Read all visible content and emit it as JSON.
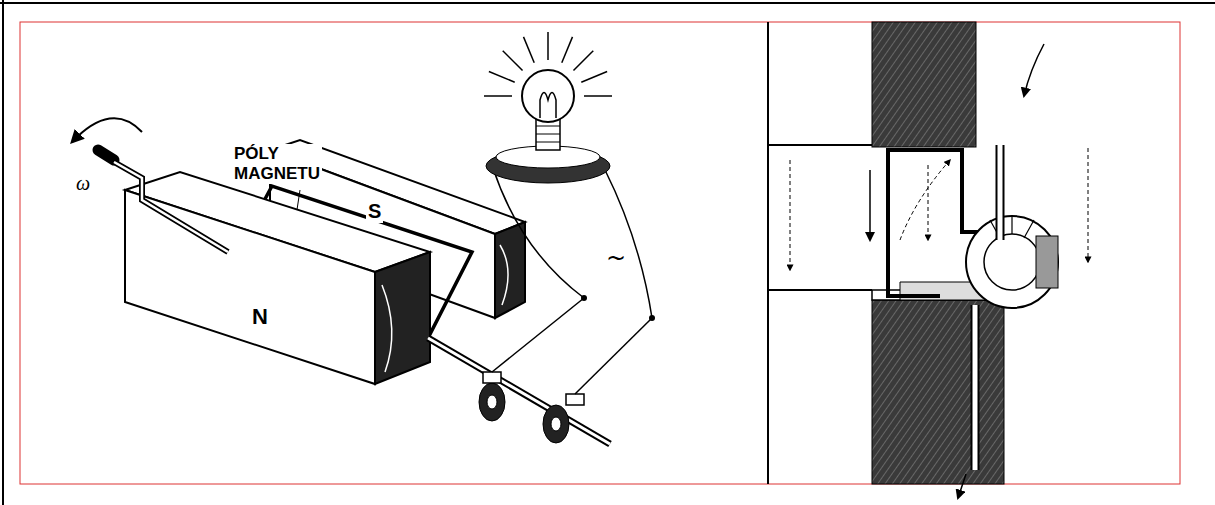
{
  "diagram": {
    "labels": [
      "ω",
      "PÓLY MAGNETU",
      "N",
      "S",
      "~"
    ]
  }
}
